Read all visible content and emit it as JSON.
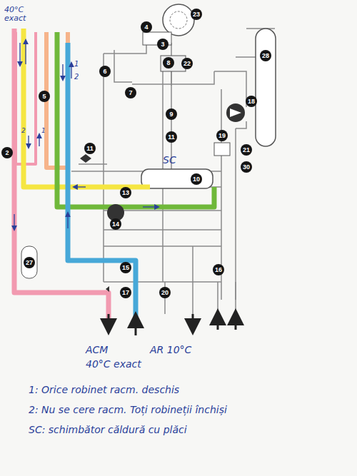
{
  "diagram": {
    "labels": [
      "40°C exact",
      "23",
      "4",
      "3",
      "8",
      "22",
      "28",
      "6",
      "7",
      "9",
      "18",
      "5",
      "11",
      "19",
      "21",
      "30",
      "11",
      "10",
      "13",
      "14",
      "27",
      "15",
      "16",
      "17",
      "20",
      "2",
      "1",
      "2",
      "2",
      "1",
      "SC",
      "ACM",
      "40°C exact",
      "AR 10°C",
      "1: Orice robinet racm. deschis",
      "2: Nu se cere racm. Toți robineții închiși",
      "SC: schimbător căldură cu plăci"
    ]
  }
}
